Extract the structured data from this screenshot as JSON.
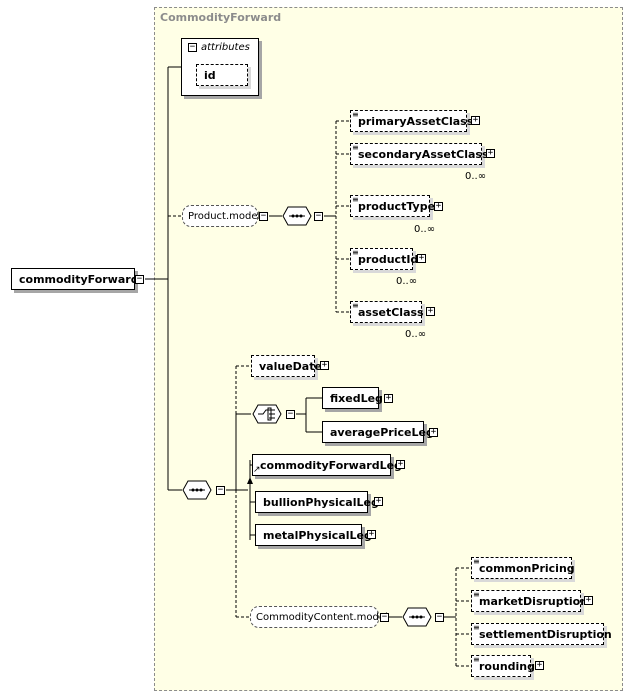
{
  "diagram": {
    "title": "CommodityForward",
    "root": {
      "label": "commodityForward"
    },
    "attributes": {
      "label": "attributes",
      "items": [
        "id"
      ]
    },
    "product_model": {
      "label": "Product.model",
      "elements": [
        {
          "label": "primaryAssetClass",
          "occurs": ""
        },
        {
          "label": "secondaryAssetClass",
          "occurs": "0..∞"
        },
        {
          "label": "productType",
          "occurs": "0..∞"
        },
        {
          "label": "productId",
          "occurs": "0..∞"
        },
        {
          "label": "assetClass",
          "occurs": "0..∞"
        }
      ]
    },
    "main_sequence": {
      "value_date": "valueDate",
      "choice_legs": [
        "fixedLeg",
        "averagePriceLeg"
      ],
      "substitution_head": "commodityForwardLeg",
      "substitution_members": [
        "bullionPhysicalLeg",
        "metalPhysicalLeg"
      ]
    },
    "commodity_content_model": {
      "label": "CommodityContent.model",
      "elements": [
        "commonPricing",
        "marketDisruption",
        "settlementDisruption",
        "rounding"
      ]
    }
  }
}
